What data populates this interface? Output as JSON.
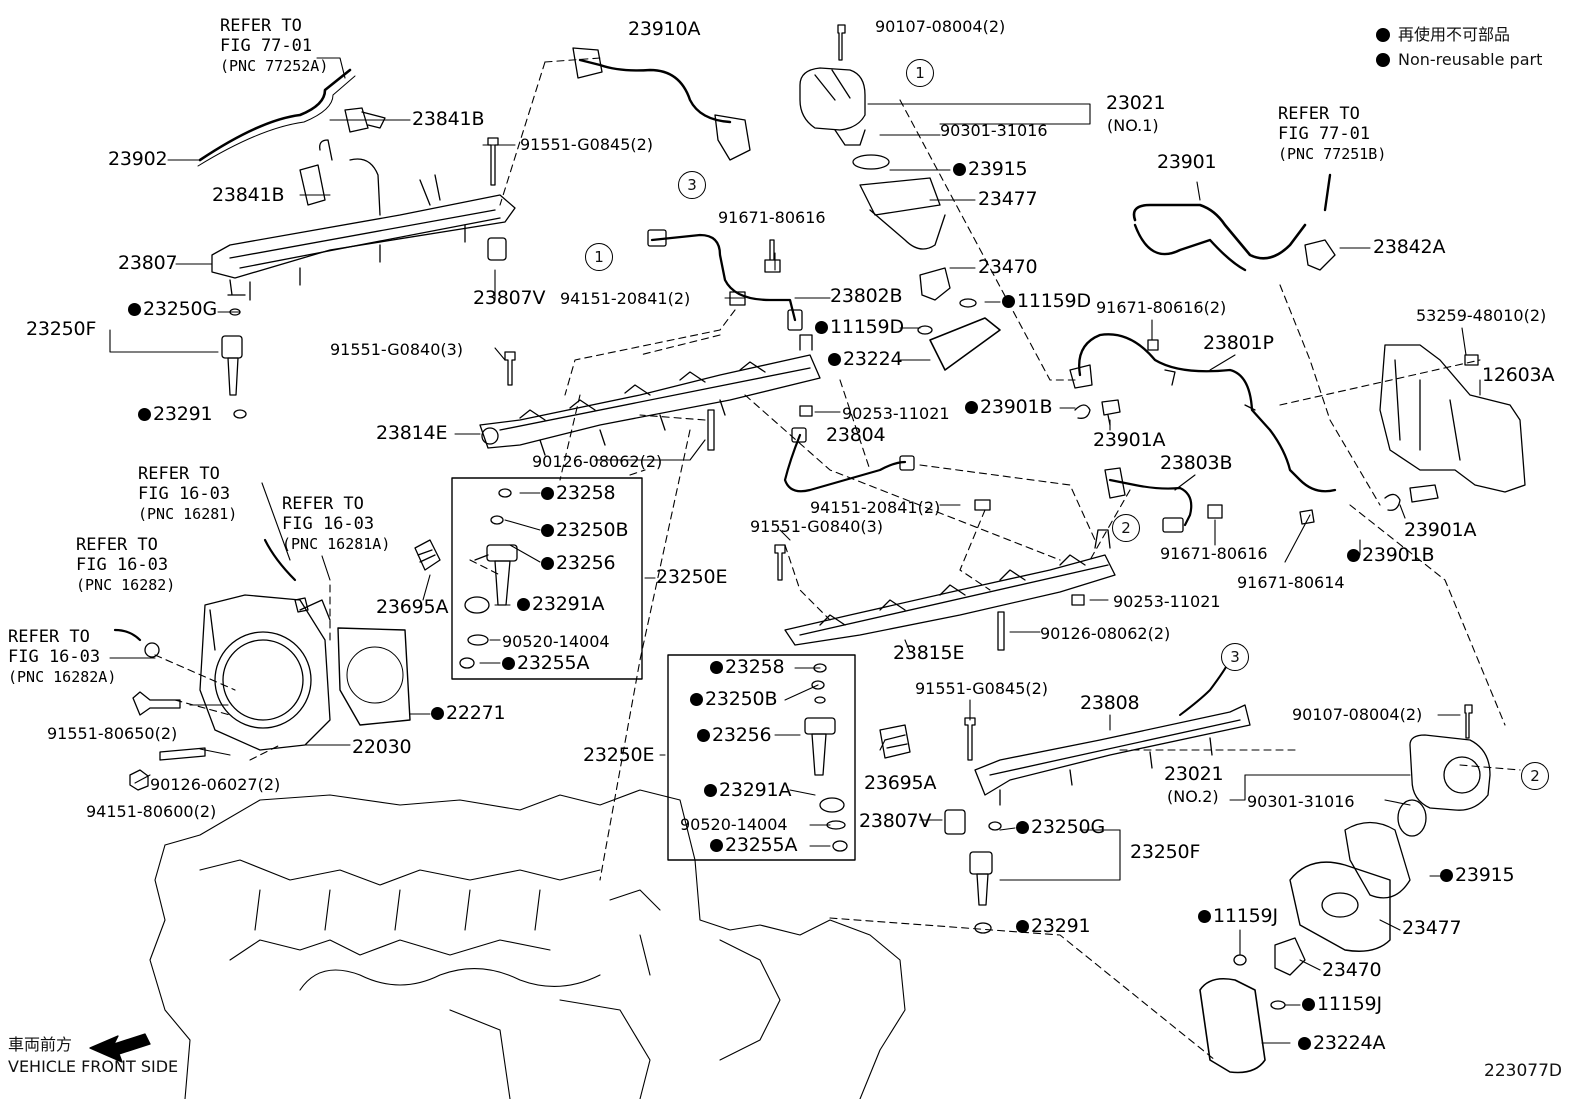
{
  "legend": {
    "items": [
      "再使用不可部品",
      "Non-reusable part"
    ]
  },
  "references": [
    {
      "id": "ref-77252a",
      "lines": [
        "REFER TO",
        "FIG 77-01",
        "(PNC 77252A)"
      ]
    },
    {
      "id": "ref-77251b",
      "lines": [
        "REFER TO",
        "FIG 77-01",
        "(PNC 77251B)"
      ]
    },
    {
      "id": "ref-16281",
      "lines": [
        "REFER TO",
        "FIG 16-03",
        "(PNC 16281)"
      ]
    },
    {
      "id": "ref-16281a",
      "lines": [
        "REFER TO",
        "FIG 16-03",
        "(PNC 16281A)"
      ]
    },
    {
      "id": "ref-16282",
      "lines": [
        "REFER TO",
        "FIG 16-03",
        "(PNC 16282)"
      ]
    },
    {
      "id": "ref-16282a",
      "lines": [
        "REFER TO",
        "FIG 16-03",
        "(PNC 16282A)"
      ]
    }
  ],
  "parts": {
    "p23910A": "23910A",
    "p90107_top": "90107-08004(2)",
    "p23841B_a": "23841B",
    "p23841B_b": "23841B",
    "p91551_G0845_top": "91551-G0845(2)",
    "p23902": "23902",
    "p23021_no1": "23021",
    "no1": "(NO.1)",
    "p90301_top": "90301-31016",
    "p23915_top": "23915",
    "p23477_top": "23477",
    "p23470_top": "23470",
    "p11159D_a": "11159D",
    "p11159D_b": "11159D",
    "p23224": "23224",
    "p23807": "23807",
    "p23807V_top": "23807V",
    "p23250G_top": "23250G",
    "p23250F_top": "23250F",
    "p91671_80616_top": "91671-80616",
    "p94151_20841_top": "94151-20841(2)",
    "p23802B": "23802B",
    "p91551_G0840_top": "91551-G0840(3)",
    "p23291_top": "23291",
    "p23814E": "23814E",
    "p90253_top": "90253-11021",
    "p23804": "23804",
    "p90126_08062_top": "90126-08062(2)",
    "p23258_top": "23258",
    "p23250B_top": "23250B",
    "p23256_top": "23256",
    "p23250E_top": "23250E",
    "p23291A_top": "23291A",
    "p90520_top": "90520-14004",
    "p23255A_top": "23255A",
    "p23695A_top": "23695A",
    "p22271": "22271",
    "p22030": "22030",
    "p91551_80650": "91551-80650(2)",
    "p90126_06027": "90126-06027(2)",
    "p94151_80600": "94151-80600(2)",
    "p23901": "23901",
    "p23842A": "23842A",
    "p91671_80616_2": "91671-80616(2)",
    "p23801P": "23801P",
    "p53259": "53259-48010(2)",
    "p12603A": "12603A",
    "p23901B_a": "23901B",
    "p23901A_a": "23901A",
    "p23803B": "23803B",
    "p94151_20841_mid": "94151-20841(2)",
    "p91551_G0840_mid": "91551-G0840(3)",
    "p91671_80616_mid": "91671-80616",
    "p91671_80614": "91671-80614",
    "p23901A_b": "23901A",
    "p23901B_b": "23901B",
    "p90253_mid": "90253-11021",
    "p90126_08062_mid": "90126-08062(2)",
    "p23815E": "23815E",
    "p23258_b": "23258",
    "p23250B_b": "23250B",
    "p23256_b": "23256",
    "p23250E_b": "23250E",
    "p23291A_b": "23291A",
    "p90520_b": "90520-14004",
    "p23255A_b": "23255A",
    "p23695A_b": "23695A",
    "p91551_G0845_b": "91551-G0845(2)",
    "p23808": "23808",
    "p90107_b": "90107-08004(2)",
    "p23021_no2": "23021",
    "no2": "(NO.2)",
    "p90301_b": "90301-31016",
    "p23807V_b": "23807V",
    "p23250G_b": "23250G",
    "p23250F_b": "23250F",
    "p23915_b": "23915",
    "p23291_b": "23291",
    "p11159J_a": "11159J",
    "p23477_b": "23477",
    "p23470_b": "23470",
    "p11159J_b": "11159J",
    "p23224A": "23224A"
  },
  "callouts": {
    "c1": "1",
    "c2": "2",
    "c3": "3"
  },
  "front": {
    "jp": "車両前方",
    "en": "VEHICLE FRONT SIDE"
  },
  "figure_id": "223077D"
}
